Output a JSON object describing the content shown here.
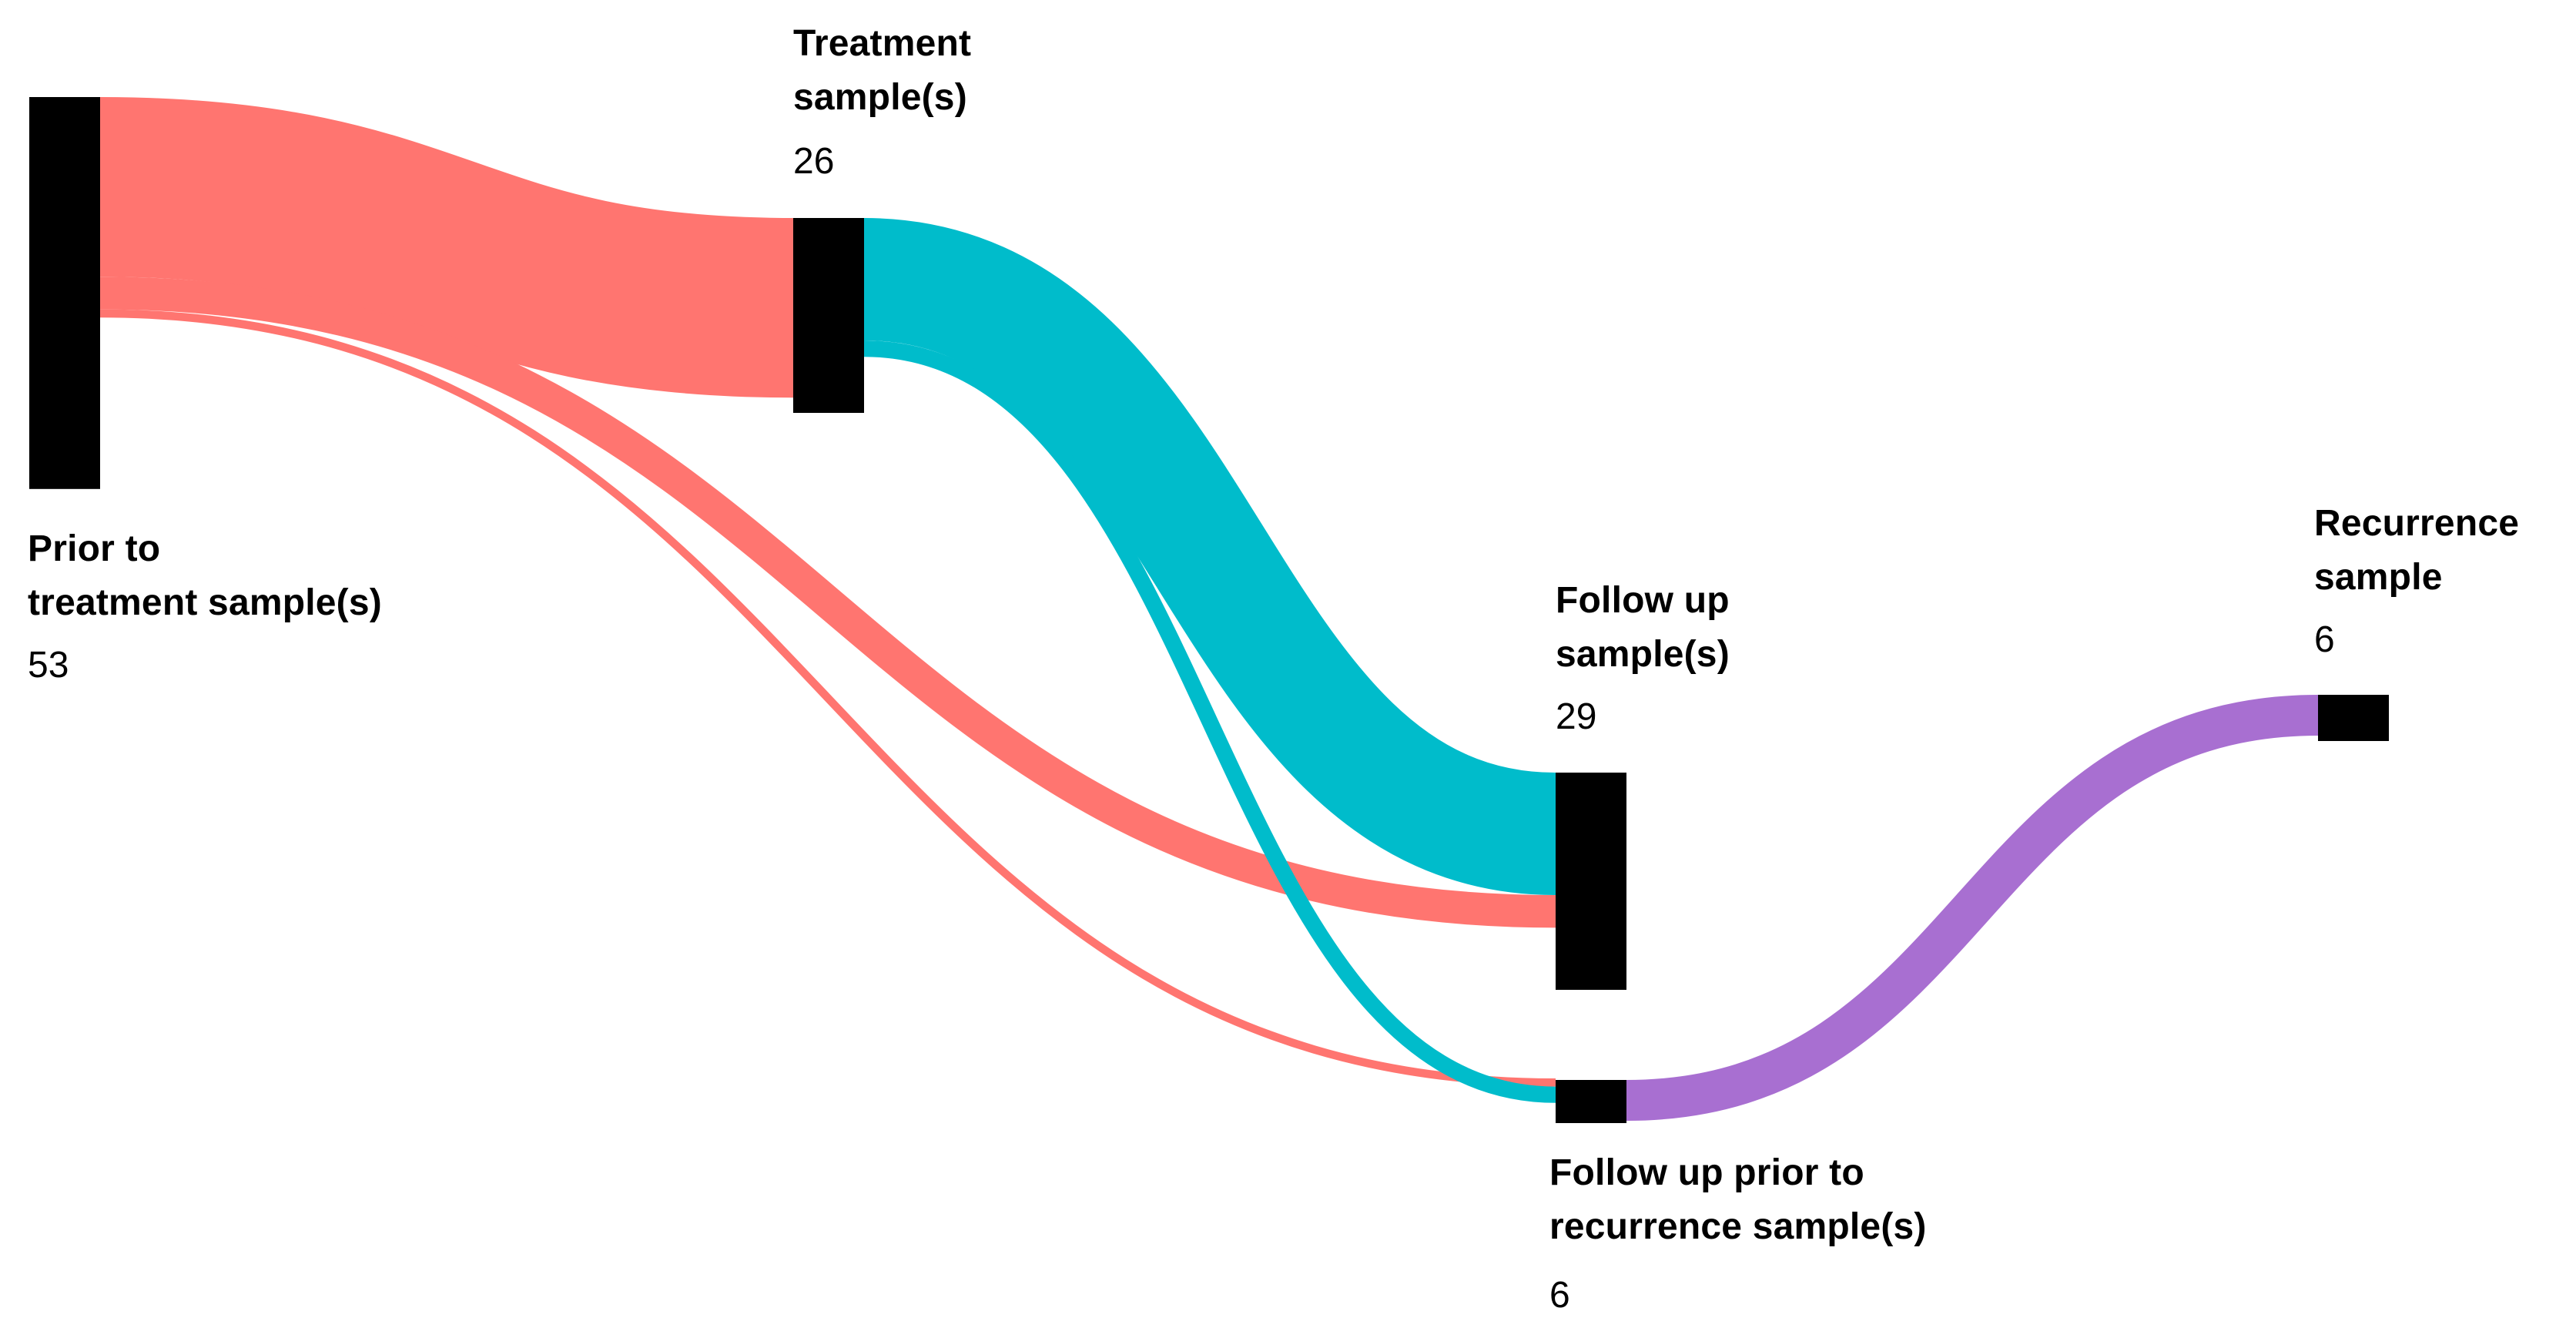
{
  "colors": {
    "node": "#000000",
    "background": "#ffffff",
    "prior": "#ff7570",
    "treatment": "#00bccb",
    "followup_prior_recurrence": "#a86fd1"
  },
  "nodes": [
    {
      "id": "prior",
      "name_lines": [
        "Prior to",
        "treatment sample(s)"
      ],
      "count": "53"
    },
    {
      "id": "treatment",
      "name_lines": [
        "Treatment",
        "sample(s)"
      ],
      "count": "26"
    },
    {
      "id": "followup",
      "name_lines": [
        "Follow up",
        "sample(s)"
      ],
      "count": "29"
    },
    {
      "id": "fupr",
      "name_lines": [
        "Follow up prior to",
        "recurrence sample(s)"
      ],
      "count": "6"
    },
    {
      "id": "recurrence",
      "name_lines": [
        "Recurrence",
        "sample"
      ],
      "count": "6"
    }
  ],
  "links": [
    {
      "source": "prior",
      "target": "treatment",
      "value": 22,
      "color_key": "prior"
    },
    {
      "source": "prior",
      "target": "followup",
      "value": 4,
      "color_key": "prior"
    },
    {
      "source": "prior",
      "target": "fupr",
      "value": 1,
      "color_key": "prior"
    },
    {
      "source": "treatment",
      "target": "followup",
      "value": 15,
      "color_key": "treatment"
    },
    {
      "source": "treatment",
      "target": "fupr",
      "value": 2,
      "color_key": "treatment"
    },
    {
      "source": "fupr",
      "target": "recurrence",
      "value": 5,
      "color_key": "followup_prior_recurrence"
    }
  ]
}
